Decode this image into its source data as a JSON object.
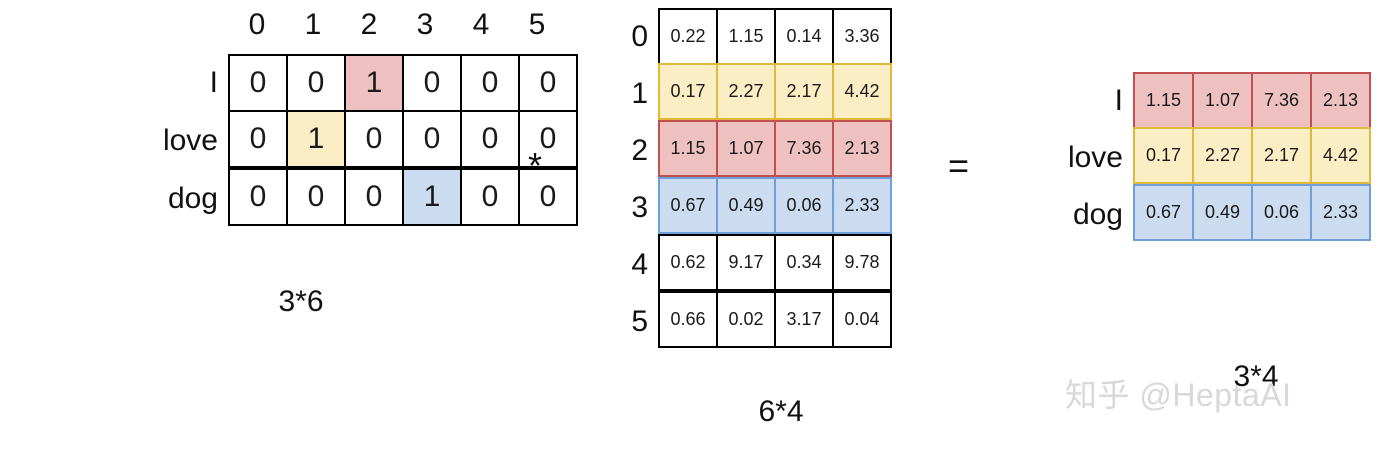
{
  "diagram": {
    "operator_multiply": "*",
    "operator_equals": "=",
    "watermark": "知乎 @HeptaAI"
  },
  "left_matrix": {
    "name": "one-hot-matrix",
    "caption": "3*6",
    "col_headers": [
      "0",
      "1",
      "2",
      "3",
      "4",
      "5"
    ],
    "row_labels": [
      "I",
      "love",
      "dog"
    ],
    "rows": [
      [
        "0",
        "0",
        "1",
        "0",
        "0",
        "0"
      ],
      [
        "0",
        "1",
        "0",
        "0",
        "0",
        "0"
      ],
      [
        "0",
        "0",
        "0",
        "1",
        "0",
        "0"
      ]
    ],
    "highlights": [
      [
        null,
        null,
        "red",
        null,
        null,
        null
      ],
      [
        null,
        "yellow",
        null,
        null,
        null,
        null
      ],
      [
        null,
        null,
        null,
        "blue",
        null,
        null
      ]
    ]
  },
  "middle_matrix": {
    "name": "embedding-matrix",
    "caption": "6*4",
    "row_labels": [
      "0",
      "1",
      "2",
      "3",
      "4",
      "5"
    ],
    "rows": [
      [
        "0.22",
        "1.15",
        "0.14",
        "3.36"
      ],
      [
        "0.17",
        "2.27",
        "2.17",
        "4.42"
      ],
      [
        "1.15",
        "1.07",
        "7.36",
        "2.13"
      ],
      [
        "0.67",
        "0.49",
        "0.06",
        "2.33"
      ],
      [
        "0.62",
        "9.17",
        "0.34",
        "9.78"
      ],
      [
        "0.66",
        "0.02",
        "3.17",
        "0.04"
      ]
    ],
    "row_highlights": [
      null,
      "yellow",
      "red",
      "blue",
      null,
      null
    ]
  },
  "right_matrix": {
    "name": "result-matrix",
    "caption": "3*4",
    "row_labels": [
      "I",
      "love",
      "dog"
    ],
    "rows": [
      [
        "1.15",
        "1.07",
        "7.36",
        "2.13"
      ],
      [
        "0.17",
        "2.27",
        "2.17",
        "4.42"
      ],
      [
        "0.67",
        "0.49",
        "0.06",
        "2.33"
      ]
    ],
    "row_highlights": [
      "red",
      "yellow",
      "blue"
    ]
  },
  "colors": {
    "red_fill": "#eec0c0",
    "yellow_fill": "#fbeec4",
    "blue_fill": "#ccdcf0",
    "red_border": "#c0504d",
    "yellow_border": "#dfb93b",
    "blue_border": "#6f9fd8",
    "black_border": "#000000",
    "watermark": "#d8d8d8"
  }
}
